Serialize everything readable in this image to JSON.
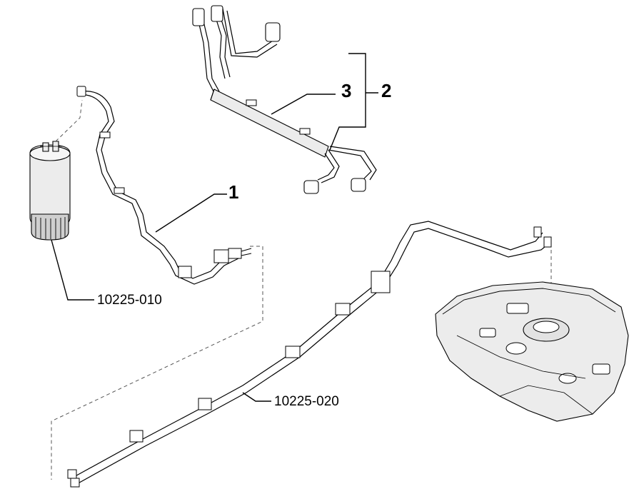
{
  "callouts": {
    "part_1": "1",
    "part_2": "2",
    "part_3": "3",
    "ref_filter": "10225-010",
    "ref_tank_line": "10225-020"
  },
  "colors": {
    "background": "#ffffff",
    "ink": "#000000"
  }
}
